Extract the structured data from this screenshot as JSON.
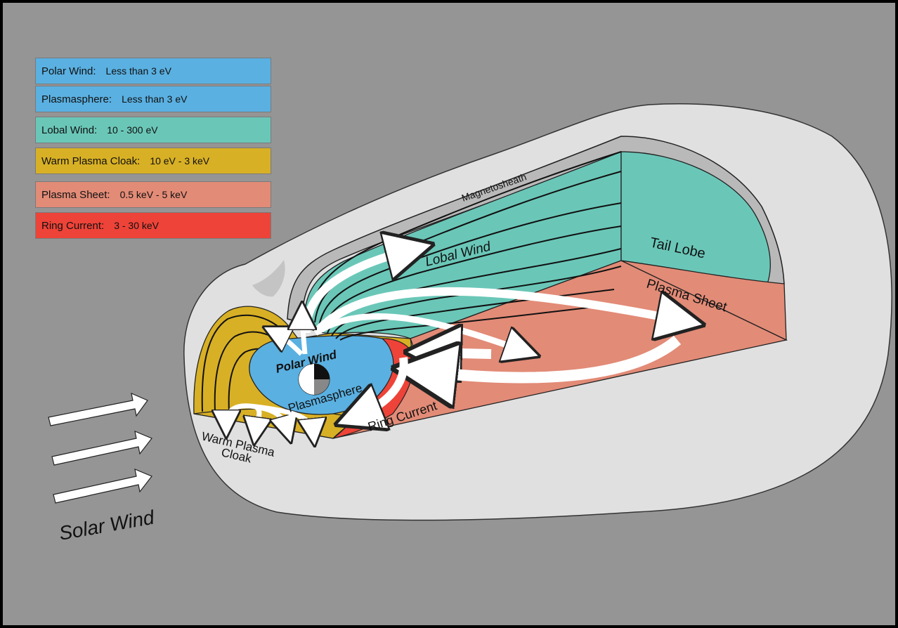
{
  "legend": [
    {
      "name": "Polar Wind:",
      "value": "Less than 3 eV",
      "color": "#5ab0e1"
    },
    {
      "name": "Plasmasphere:",
      "value": "Less than 3 eV",
      "color": "#5ab0e1"
    },
    {
      "name": "Lobal Wind:",
      "value": "10 - 300 eV",
      "color": "#6ac7b8"
    },
    {
      "name": "Warm Plasma Cloak:",
      "value": "10 eV - 3 keV",
      "color": "#d8b025"
    },
    {
      "name": "Plasma Sheet:",
      "value": "0.5 keV - 5 keV",
      "color": "#e28b77"
    },
    {
      "name": "Ring Current:",
      "value": "3 - 30 keV",
      "color": "#ee4338"
    }
  ],
  "labels": {
    "magnetosheath": "Magnetosheath",
    "lobal_wind": "Lobal Wind",
    "tail_lobe": "Tail Lobe",
    "plasma_sheet": "Plasma Sheet",
    "polar_wind": "Polar Wind",
    "plasmasphere": "Plasmasphere",
    "ring_current": "Ring Current",
    "warm_plasma_line1": "Warm Plasma",
    "warm_plasma_line2": "Cloak",
    "solar_wind": "Solar Wind"
  },
  "colors": {
    "background": "#959595",
    "magnetosheath_outer": "#e0e0e0",
    "magnetosheath_band": "#b9b9b9",
    "lobal_wind": "#6ac7b8",
    "plasma_sheet": "#e28b77",
    "warm_plasma_cloak": "#d8b025",
    "plasmasphere": "#5ab0e1",
    "ring_current": "#ee4338",
    "arrow": "#ffffff"
  }
}
